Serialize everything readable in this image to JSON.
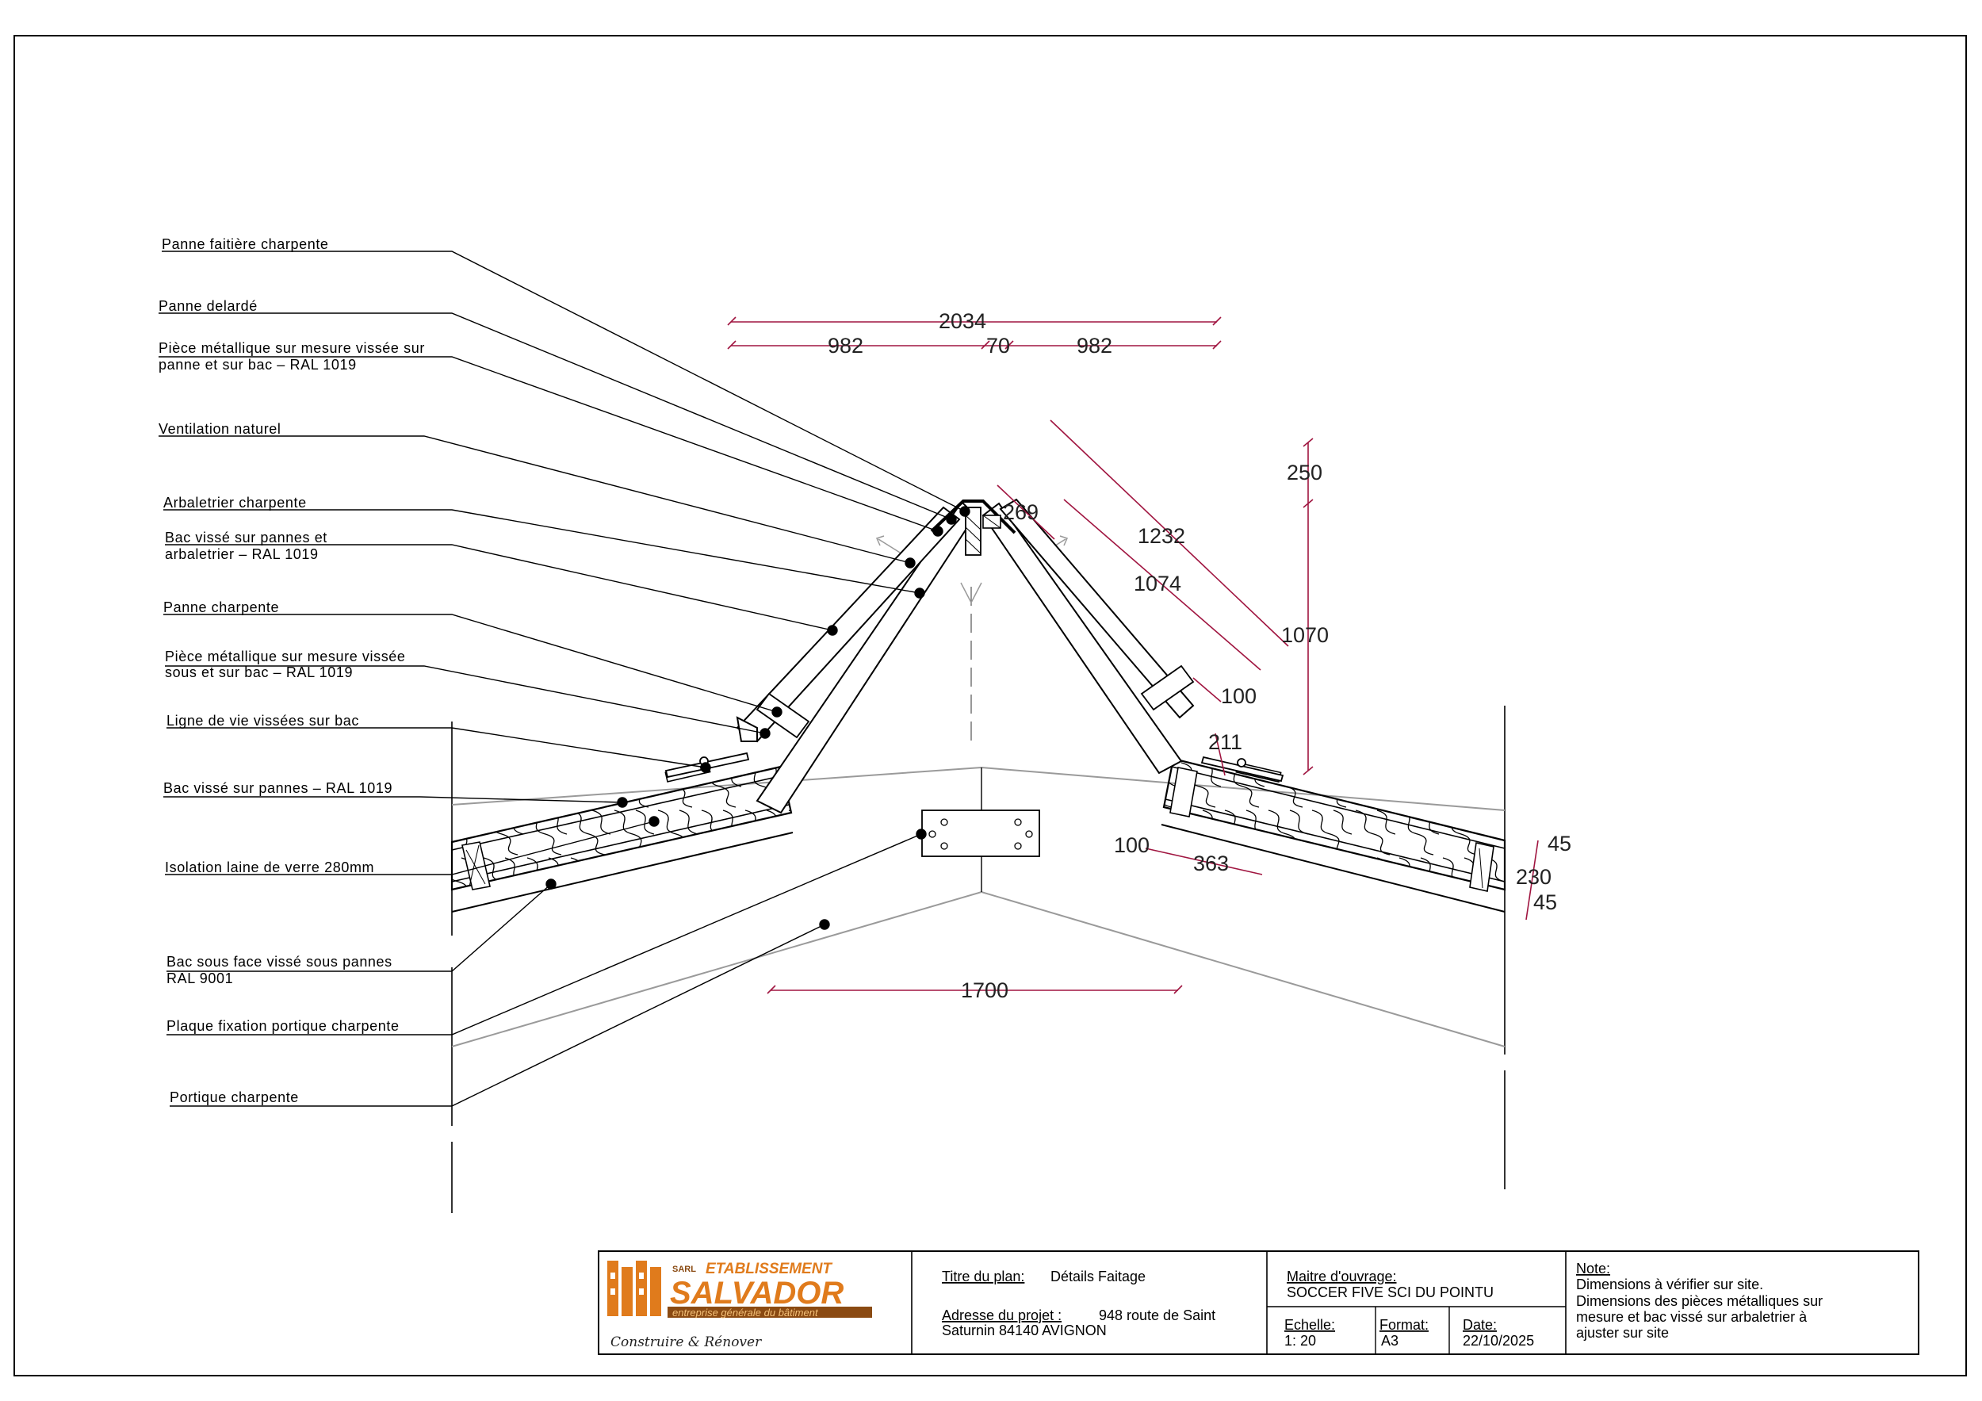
{
  "labels": {
    "l1": "Panne faitière charpente",
    "l2": "Panne delardé",
    "l3a": "Pièce métallique sur mesure vissée sur",
    "l3b": "panne et sur bac – RAL 1019",
    "l4": "Ventilation naturel",
    "l5": "Arbaletrier charpente",
    "l6a": "Bac vissé sur pannes et",
    "l6b": "arbaletrier – RAL 1019",
    "l7": "Panne charpente",
    "l8a": "Pièce métallique sur mesure vissée",
    "l8b": "sous et sur bac – RAL 1019",
    "l9": "Ligne de vie vissées sur bac",
    "l10": "Bac vissé sur pannes – RAL 1019",
    "l11": "Isolation laine de verre 280mm",
    "l12a": "Bac sous face vissé sous pannes",
    "l12b": "RAL 9001",
    "l13": "Plaque fixation portique charpente",
    "l14": "Portique charpente"
  },
  "dimensions": {
    "d2034": "2034",
    "d982a": "982",
    "d70": "70",
    "d982b": "982",
    "d269": "269",
    "d1232": "1232",
    "d1074": "1074",
    "d250": "250",
    "d1070": "1070",
    "d100a": "100",
    "d211": "211",
    "d100b": "100",
    "d363": "363",
    "d45a": "45",
    "d230": "230",
    "d45b": "45",
    "d1700": "1700"
  },
  "titleblock": {
    "logo_small": "SARL",
    "logo_top": "ETABLISSEMENT",
    "logo_name": "SALVADOR",
    "logo_tagline": "entreprise générale du bâtiment",
    "logo_slogan": "Construire & Rénover",
    "plan_title_label": "Titre du plan:",
    "plan_title": "Détails Faitage",
    "address_label": "Adresse du projet :",
    "address_line1": "948 route de Saint",
    "address_line2": "Saturnin 84140 AVIGNON",
    "owner_label": "Maitre d'ouvrage:",
    "owner": "SOCCER FIVE SCI DU POINTU",
    "scale_label": "Echelle:",
    "scale": "1: 20",
    "format_label": "Format:",
    "format": "A3",
    "date_label": "Date:",
    "date": "22/10/2025",
    "note_label": "Note:",
    "note_line1": "Dimensions à vérifier sur site.",
    "note_line2": "Dimensions des pièces métalliques sur",
    "note_line3": "mesure et bac vissé sur arbaletrier à",
    "note_line4": "ajuster sur site"
  },
  "colors": {
    "dimension": "#a01540",
    "logo_orange": "#e07b1c",
    "logo_brown": "#8a4a12"
  }
}
